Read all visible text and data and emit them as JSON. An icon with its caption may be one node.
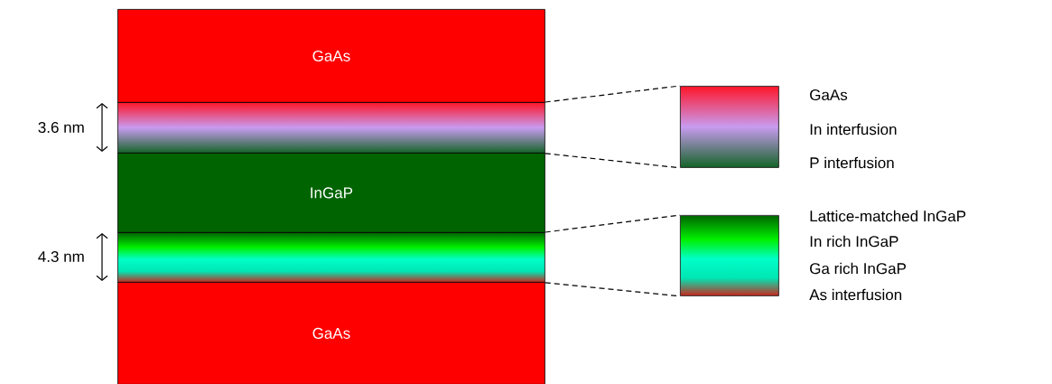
{
  "diagram": {
    "nodes": [
      {
        "text": [
          "GaAs"
        ]
      },
      {
        "text": [],
        "shape": "box"
      },
      {
        "text": [
          "InGaP"
        ]
      },
      {
        "text": [],
        "shape": "box"
      },
      {
        "text": [
          "GaAs"
        ]
      },
      {
        "text": [],
        "shape": "box",
        "beside": [
          "GaAs",
          "In interfusion",
          "P interfusion"
        ]
      },
      {
        "text": [],
        "shape": "box",
        "beside": [
          "Lattice-matched InGaP",
          "In rich InGaP",
          "Ga rich InGaP",
          "As interfusion"
        ]
      }
    ],
    "edges": [
      {
        "from": 1,
        "to": 5,
        "arrow": "none",
        "style": "dashed"
      },
      {
        "from": 1,
        "to": 5,
        "arrow": "none",
        "style": "dashed"
      },
      {
        "from": 3,
        "to": 6,
        "arrow": "none",
        "style": "dashed"
      },
      {
        "from": 3,
        "to": 6,
        "arrow": "none",
        "style": "dashed"
      }
    ],
    "labels": [
      "3.6 nm",
      "4.3 nm"
    ]
  }
}
